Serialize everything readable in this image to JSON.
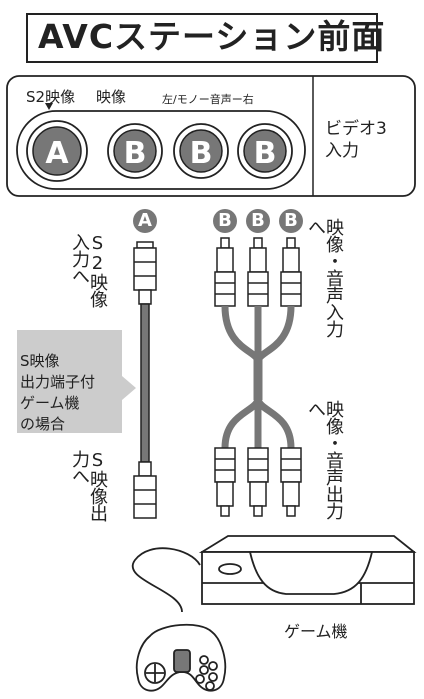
{
  "title": "AVCステーション前面",
  "panel": {
    "s2_label": "S2映像",
    "video_label": "映像",
    "audio_label": "左/モノー音声ー右",
    "input_label": "ビデオ3\n入力",
    "ports": [
      "A",
      "B",
      "B",
      "B"
    ]
  },
  "cables": {
    "s_plug_letter": "A",
    "rca_letters": [
      "B",
      "B",
      "B"
    ],
    "s_input_label": "S2映像入力へ",
    "s_output_label": "S映像出力へ",
    "av_input_label": "映像・音声入力へ",
    "av_output_label": "映像・音声出力へ"
  },
  "note": "S映像\n出力端子付\nゲーム機\nの場合",
  "game_label": "ゲーム機"
}
